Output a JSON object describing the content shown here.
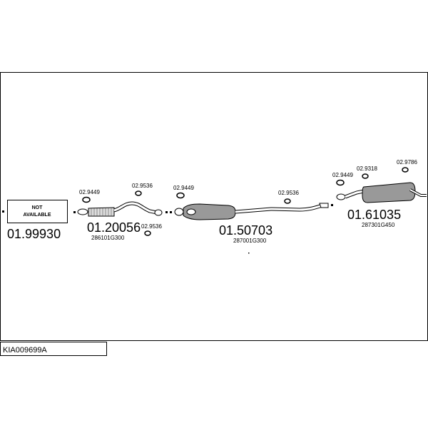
{
  "kit_code": "KIA009699A",
  "not_available": {
    "line1": "NOT",
    "line2": "AVAILABLE"
  },
  "parts": [
    {
      "number": "01.99930",
      "oem": ""
    },
    {
      "number": "01.20056",
      "oem": "286101G300"
    },
    {
      "number": "01.50703",
      "oem": "287001G300"
    },
    {
      "number": "01.61035",
      "oem": "287301G450"
    }
  ],
  "accessories": [
    "02.9449",
    "02.9536",
    "02.9536",
    "02.9449",
    "02.9536",
    "02.9449",
    "02.9318",
    "02.9786"
  ]
}
